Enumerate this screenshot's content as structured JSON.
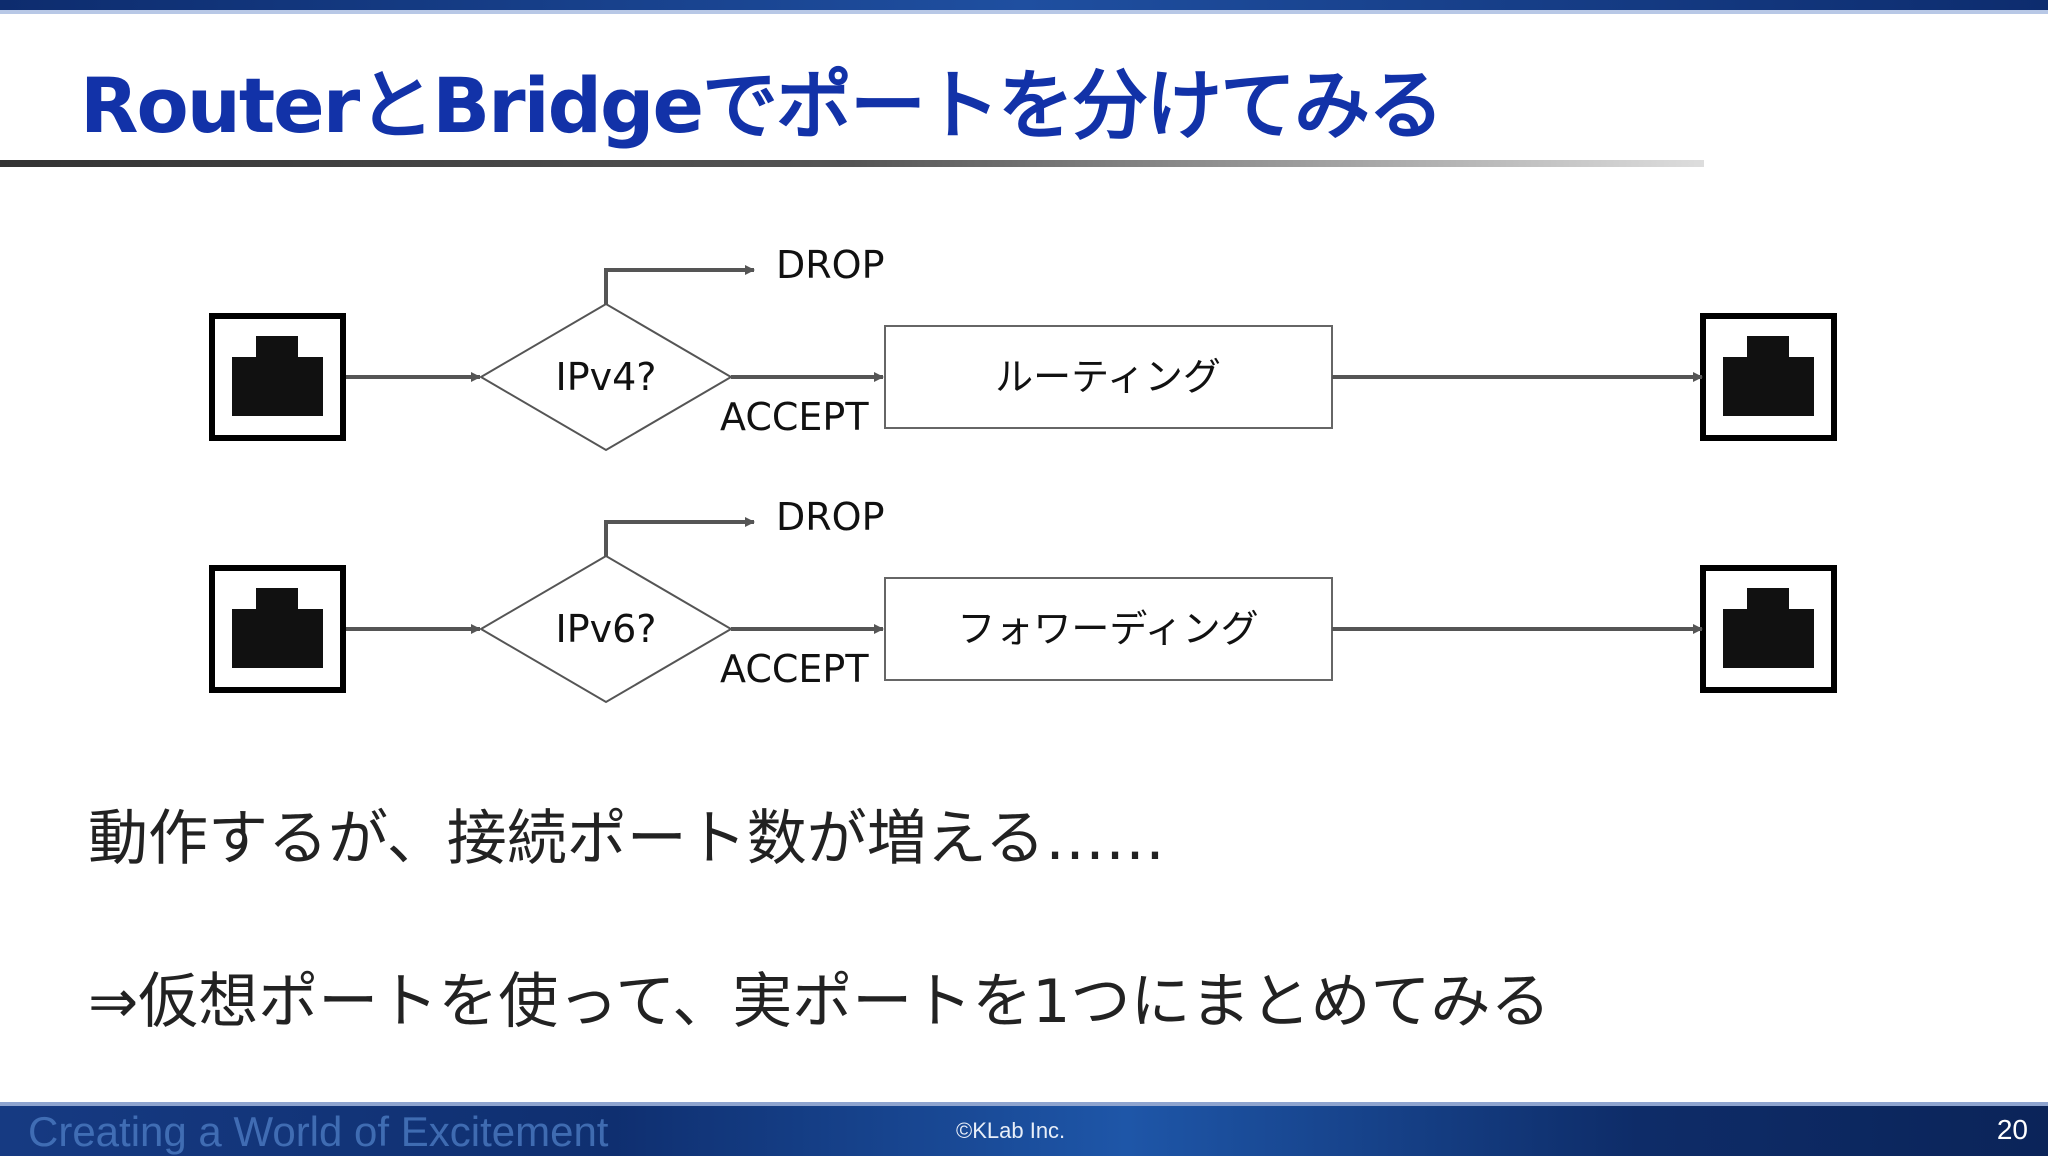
{
  "slide": {
    "title": "RouterとBridgeでポートを分けてみる",
    "title_color": "#1232a8",
    "body_lines": [
      "動作するが、接続ポート数が増える……",
      "⇒仮想ポートを使って、実ポートを1つにまとめてみる"
    ]
  },
  "diagram": {
    "rows": [
      {
        "decision": "IPv4?",
        "reject_label": "DROP",
        "accept_label": "ACCEPT",
        "process": "ルーティング"
      },
      {
        "decision": "IPv6?",
        "reject_label": "DROP",
        "accept_label": "ACCEPT",
        "process": "フォワーディング"
      }
    ],
    "port_icon": "ethernet-port-icon"
  },
  "footer": {
    "slogan": "Creating a World of Excitement",
    "copyright": "©KLab Inc.",
    "page_number": "20"
  }
}
